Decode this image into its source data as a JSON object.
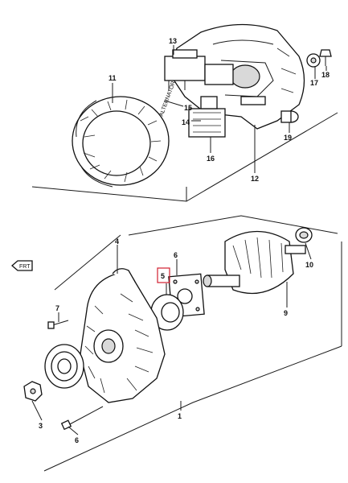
{
  "callouts": {
    "c1": "1",
    "c3": "3",
    "c4": "4",
    "c5": "5",
    "c6": "6",
    "c7": "7",
    "c9": "9",
    "c10": "10",
    "c11": "11",
    "c12": "12",
    "c13": "13",
    "c14": "14",
    "c15": "15",
    "c16": "16",
    "c17": "17",
    "c18": "18",
    "c19": "19"
  },
  "notes": {
    "front_marker": "FRT",
    "regulator_side_text": "ALTERNATOR"
  },
  "highlight": {
    "color": "#d11f2f",
    "target": "5"
  }
}
